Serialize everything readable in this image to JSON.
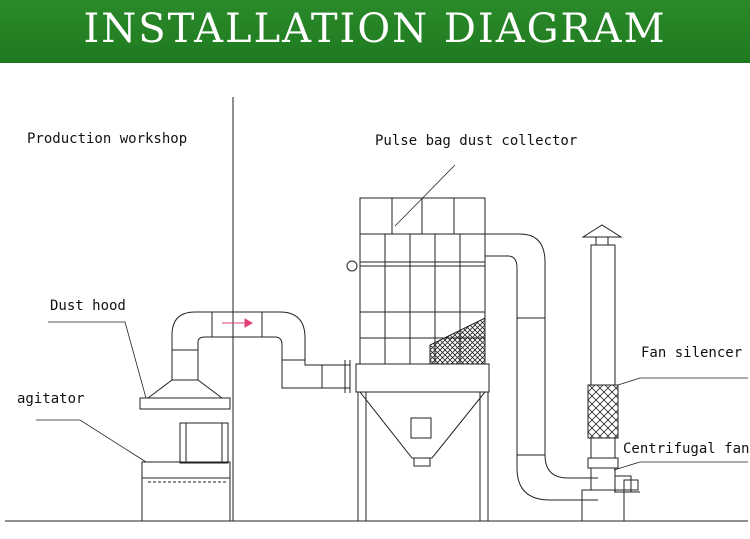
{
  "header": {
    "title": "INSTALLATION DIAGRAM"
  },
  "labels": {
    "production_workshop": "Production workshop",
    "pulse_bag_dust_collector": "Pulse bag dust collector",
    "dust_hood": "Dust hood",
    "agitator": "agitator",
    "fan_silencer": "Fan silencer",
    "centrifugal_fan": "Centrifugal fan"
  },
  "colors": {
    "banner": "#1f7a1f",
    "banner_text": "#ffffff",
    "line": "#222222",
    "airflow_arrow": "#e0407a"
  }
}
